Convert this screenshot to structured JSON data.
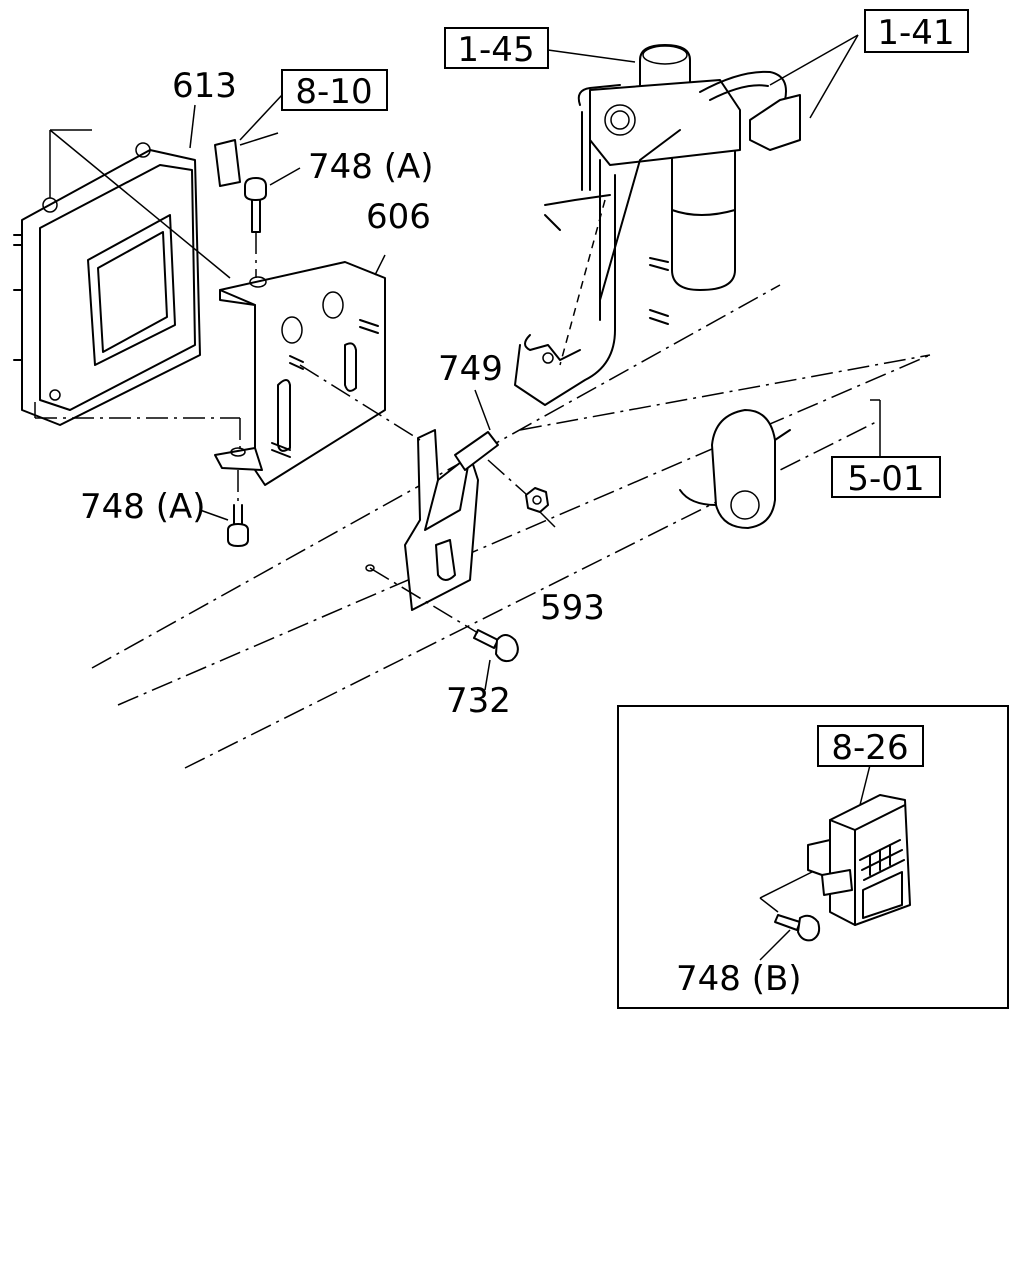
{
  "refs": {
    "r_1_45": "1-45",
    "r_1_41": "1-41",
    "r_8_10": "8-10",
    "r_5_01": "5-01",
    "r_8_26": "8-26"
  },
  "parts": {
    "p613": "613",
    "p748a_top": "748 (A)",
    "p606": "606",
    "p749": "749",
    "p748a_bottom": "748 (A)",
    "p593": "593",
    "p732": "732",
    "p748b": "748 (B)"
  }
}
